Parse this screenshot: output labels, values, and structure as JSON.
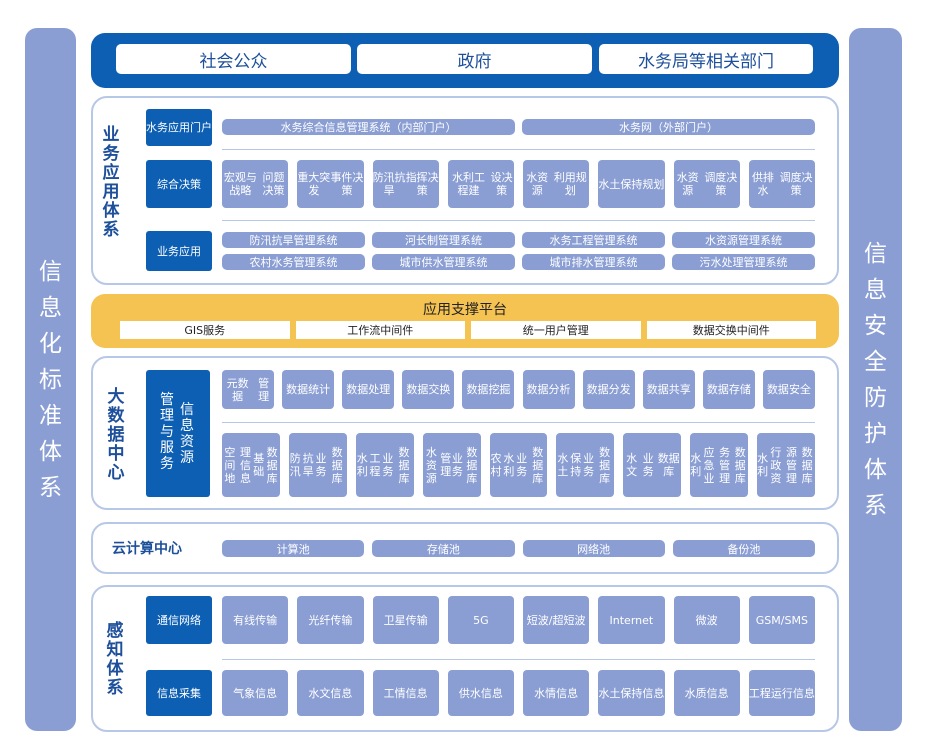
{
  "left_pillar": [
    "信",
    "息",
    "化",
    "标",
    "准",
    "体",
    "系"
  ],
  "right_pillar": [
    "信",
    "息",
    "安",
    "全",
    "防",
    "护",
    "体",
    "系"
  ],
  "top_users": [
    "社会公众",
    "政府",
    "水务局等相关部门"
  ],
  "business": {
    "title": [
      "业",
      "务",
      "应",
      "用",
      "体",
      "系"
    ],
    "portal": {
      "label": [
        "水务应",
        "用门户"
      ],
      "items": [
        "水务综合信息管理系统（内部门户）",
        "水务网（外部门户）"
      ]
    },
    "decision": {
      "label": [
        "综合",
        "决策"
      ],
      "items": [
        [
          "宏观与战略",
          "问题决策"
        ],
        [
          "重大突发",
          "事件决策"
        ],
        [
          "防汛抗旱",
          "指挥决策"
        ],
        [
          "水利工程建",
          "设决策"
        ],
        [
          "水资源",
          "利用规划"
        ],
        [
          "水土",
          "保持规划"
        ],
        [
          "水资源",
          "调度决策"
        ],
        [
          "供排水",
          "调度决策"
        ]
      ]
    },
    "apps": {
      "label": [
        "业务",
        "应用"
      ],
      "row1": [
        "防汛抗旱管理系统",
        "河长制管理系统",
        "水务工程管理系统",
        "水资源管理系统"
      ],
      "row2": [
        "农村水务管理系统",
        "城市供水管理系统",
        "城市排水管理系统",
        "污水处理管理系统"
      ]
    }
  },
  "platform": {
    "title": "应用支撑平台",
    "items": [
      "GIS服务",
      "工作流中间件",
      "统一用户管理",
      "数据交换中间件"
    ]
  },
  "data_center": {
    "title": [
      "大",
      "数",
      "据",
      "中",
      "心"
    ],
    "label_col1": [
      "管",
      "理",
      "与",
      "服",
      "务"
    ],
    "label_col2": [
      "信",
      "息",
      "资",
      "源"
    ],
    "row1": [
      [
        "元数据",
        "管理"
      ],
      [
        "数据",
        "统计"
      ],
      [
        "数据",
        "处理"
      ],
      [
        "数据",
        "交换"
      ],
      [
        "数据",
        "挖掘"
      ],
      [
        "数据",
        "分析"
      ],
      [
        "数据",
        "分发"
      ],
      [
        "数据",
        "共享"
      ],
      [
        "数据",
        "存储"
      ],
      [
        "数据",
        "安全"
      ]
    ],
    "row2": [
      [
        "空间地",
        "理信息",
        "基础",
        "数据库"
      ],
      [
        "防汛",
        "抗旱",
        "业务",
        "数据库"
      ],
      [
        "水利",
        "工程",
        "业务",
        "数据库"
      ],
      [
        "水资源",
        "管理",
        "业务",
        "数据库"
      ],
      [
        "农村",
        "水利",
        "业务",
        "数据库"
      ],
      [
        "水土",
        "保持",
        "业务",
        "数据库"
      ],
      [
        "水文",
        "业务",
        "数据库"
      ],
      [
        "水利",
        "应急业",
        "务管理",
        "数据库"
      ],
      [
        "水利",
        "行政资",
        "源管理",
        "数据库"
      ]
    ]
  },
  "cloud": {
    "title": "云计算中心",
    "items": [
      "计算池",
      "存储池",
      "网络池",
      "备份池"
    ]
  },
  "perception": {
    "title": [
      "感",
      "知",
      "体",
      "系"
    ],
    "network": {
      "label": [
        "通信",
        "网络"
      ],
      "items": [
        [
          "有线",
          "传输"
        ],
        [
          "光纤",
          "传输"
        ],
        [
          "卫星",
          "传输"
        ],
        [
          "5G"
        ],
        [
          "短波/",
          "超短波"
        ],
        [
          "Internet"
        ],
        [
          "微波"
        ],
        [
          "GSM/SMS"
        ]
      ]
    },
    "collect": {
      "label": [
        "信息",
        "采集"
      ],
      "items": [
        [
          "气象",
          "信息"
        ],
        [
          "水文",
          "信息"
        ],
        [
          "工情",
          "信息"
        ],
        [
          "供水",
          "信息"
        ],
        [
          "水情",
          "信息"
        ],
        [
          "水土保持",
          "信息"
        ],
        [
          "水质",
          "信息"
        ],
        [
          "工程运行",
          "信息"
        ]
      ]
    }
  },
  "colors": {
    "dark_blue": "#0d5fb4",
    "light_blue": "#8a9ed4",
    "border": "#b7c7e6",
    "gold": "#f5c352"
  }
}
